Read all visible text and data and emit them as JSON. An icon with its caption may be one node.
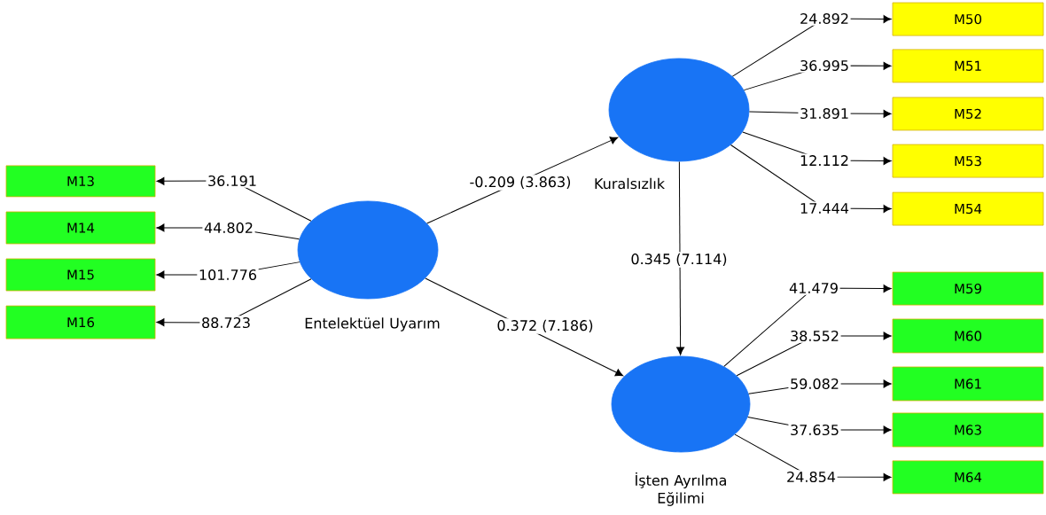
{
  "diagram": {
    "nodes": [
      {
        "text": [
          "M13"
        ]
      },
      {
        "text": [
          "M14"
        ]
      },
      {
        "text": [
          "M15"
        ]
      },
      {
        "text": [
          "M16"
        ]
      },
      {
        "text": [],
        "shape": "circle",
        "beside": [
          "Entelektüel Uyarım"
        ]
      },
      {
        "text": [],
        "shape": "circle",
        "beside": [
          "Kuralsızlık"
        ]
      },
      {
        "text": [
          "M50"
        ]
      },
      {
        "text": [
          "M51"
        ]
      },
      {
        "text": [
          "M52"
        ]
      },
      {
        "text": [
          "M53"
        ]
      },
      {
        "text": [
          "M54"
        ]
      },
      {
        "text": [],
        "shape": "circle",
        "beside": [
          "İşten Ayrılma Eğilimi"
        ]
      },
      {
        "text": [
          "M59"
        ]
      },
      {
        "text": [
          "M60"
        ]
      },
      {
        "text": [
          "M61"
        ]
      },
      {
        "text": [
          "M63"
        ]
      },
      {
        "text": [
          "M64"
        ]
      }
    ],
    "edges": [
      {
        "from": 4,
        "to": 0,
        "arrow": "to",
        "label": "36.191"
      },
      {
        "from": 4,
        "to": 1,
        "arrow": "to",
        "label": "44.802"
      },
      {
        "from": 4,
        "to": 2,
        "arrow": "to",
        "label": "101.776"
      },
      {
        "from": 4,
        "to": 3,
        "arrow": "to",
        "label": "88.723"
      },
      {
        "from": 4,
        "to": 5,
        "arrow": "to",
        "label": "-0.209 (3.863)"
      },
      {
        "from": 4,
        "to": 11,
        "arrow": "to",
        "label": "0.372 (7.186)"
      },
      {
        "from": 5,
        "to": 11,
        "arrow": "to",
        "label": "0.345 (7.114)"
      },
      {
        "from": 5,
        "to": 6,
        "arrow": "to",
        "label": "24.892"
      },
      {
        "from": 5,
        "to": 7,
        "arrow": "to",
        "label": "36.995"
      },
      {
        "from": 5,
        "to": 8,
        "arrow": "to",
        "label": "31.891"
      },
      {
        "from": 5,
        "to": 9,
        "arrow": "to",
        "label": "12.112"
      },
      {
        "from": 5,
        "to": 10,
        "arrow": "to",
        "label": "17.444"
      },
      {
        "from": 11,
        "to": 12,
        "arrow": "to",
        "label": "41.479"
      },
      {
        "from": 11,
        "to": 13,
        "arrow": "to",
        "label": "38.552"
      },
      {
        "from": 11,
        "to": 14,
        "arrow": "to",
        "label": "59.082"
      },
      {
        "from": 11,
        "to": 15,
        "arrow": "to",
        "label": "37.635"
      },
      {
        "from": 11,
        "to": 16,
        "arrow": "to",
        "label": "24.854"
      }
    ]
  }
}
